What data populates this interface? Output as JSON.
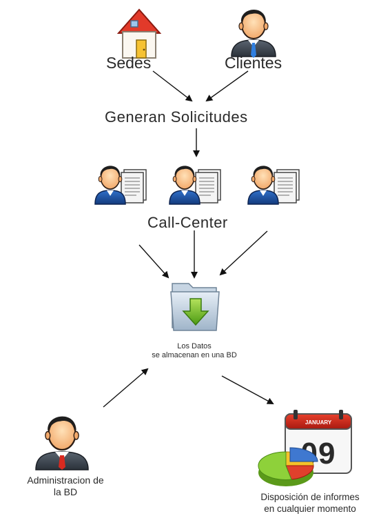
{
  "nodes": {
    "sedes": "Sedes",
    "clientes": "Clientes",
    "generan": "Generan Solicitudes",
    "callcenter": "Call-Center",
    "datos_line1": "Los Datos",
    "datos_line2": "se almacenan en una BD",
    "admin_line1": "Administracion de",
    "admin_line2": "la BD",
    "informes_line1": "Disposición de informes",
    "informes_line2": "en cualquier momento"
  },
  "calendar": {
    "month": "JANUARY",
    "day": "09"
  },
  "icons": {
    "house": "house-icon",
    "client": "businessman-icon",
    "agent": "agent-with-document-icon",
    "database": "folder-download-icon",
    "admin": "businessman-red-tie-icon",
    "calendar": "calendar-icon",
    "pie": "pie-chart-icon"
  }
}
